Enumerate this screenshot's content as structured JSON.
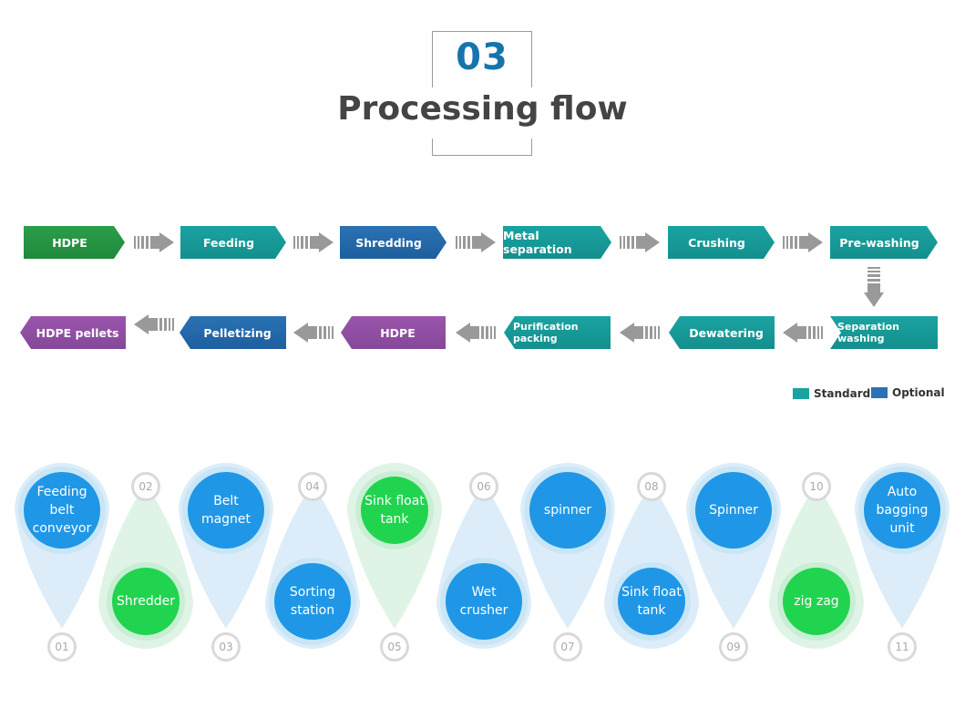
{
  "header": {
    "number": "03",
    "title": "Processing flow"
  },
  "flow_row1": [
    "HDPE",
    "Feeding",
    "Shredding",
    "Metal separation",
    "Crushing",
    "Pre-washing"
  ],
  "flow_row2": [
    "Separation washing",
    "Dewatering",
    "Purification packing",
    "HDPE",
    "Pelletizing",
    "HDPE pellets"
  ],
  "legend": {
    "standard": "Standard",
    "optional": "Optional",
    "standard_color": "#1aa3a1",
    "optional_color": "#2a72b5"
  },
  "machines": [
    {
      "num": "01",
      "label": "Feeding belt conveyor",
      "color": "blue"
    },
    {
      "num": "02",
      "label": "Shredder",
      "color": "green"
    },
    {
      "num": "03",
      "label": "Belt magnet",
      "color": "blue"
    },
    {
      "num": "04",
      "label": "Sorting station",
      "color": "blue"
    },
    {
      "num": "05",
      "label": "Sink float tank",
      "color": "green"
    },
    {
      "num": "06",
      "label": "Wet crusher",
      "color": "blue"
    },
    {
      "num": "07",
      "label": "spinner",
      "color": "blue"
    },
    {
      "num": "08",
      "label": "Sink float tank",
      "color": "blue"
    },
    {
      "num": "09",
      "label": "Spinner",
      "color": "blue"
    },
    {
      "num": "10",
      "label": "zig zag",
      "color": "green"
    },
    {
      "num": "11",
      "label": "Auto bagging unit",
      "color": "blue"
    }
  ]
}
